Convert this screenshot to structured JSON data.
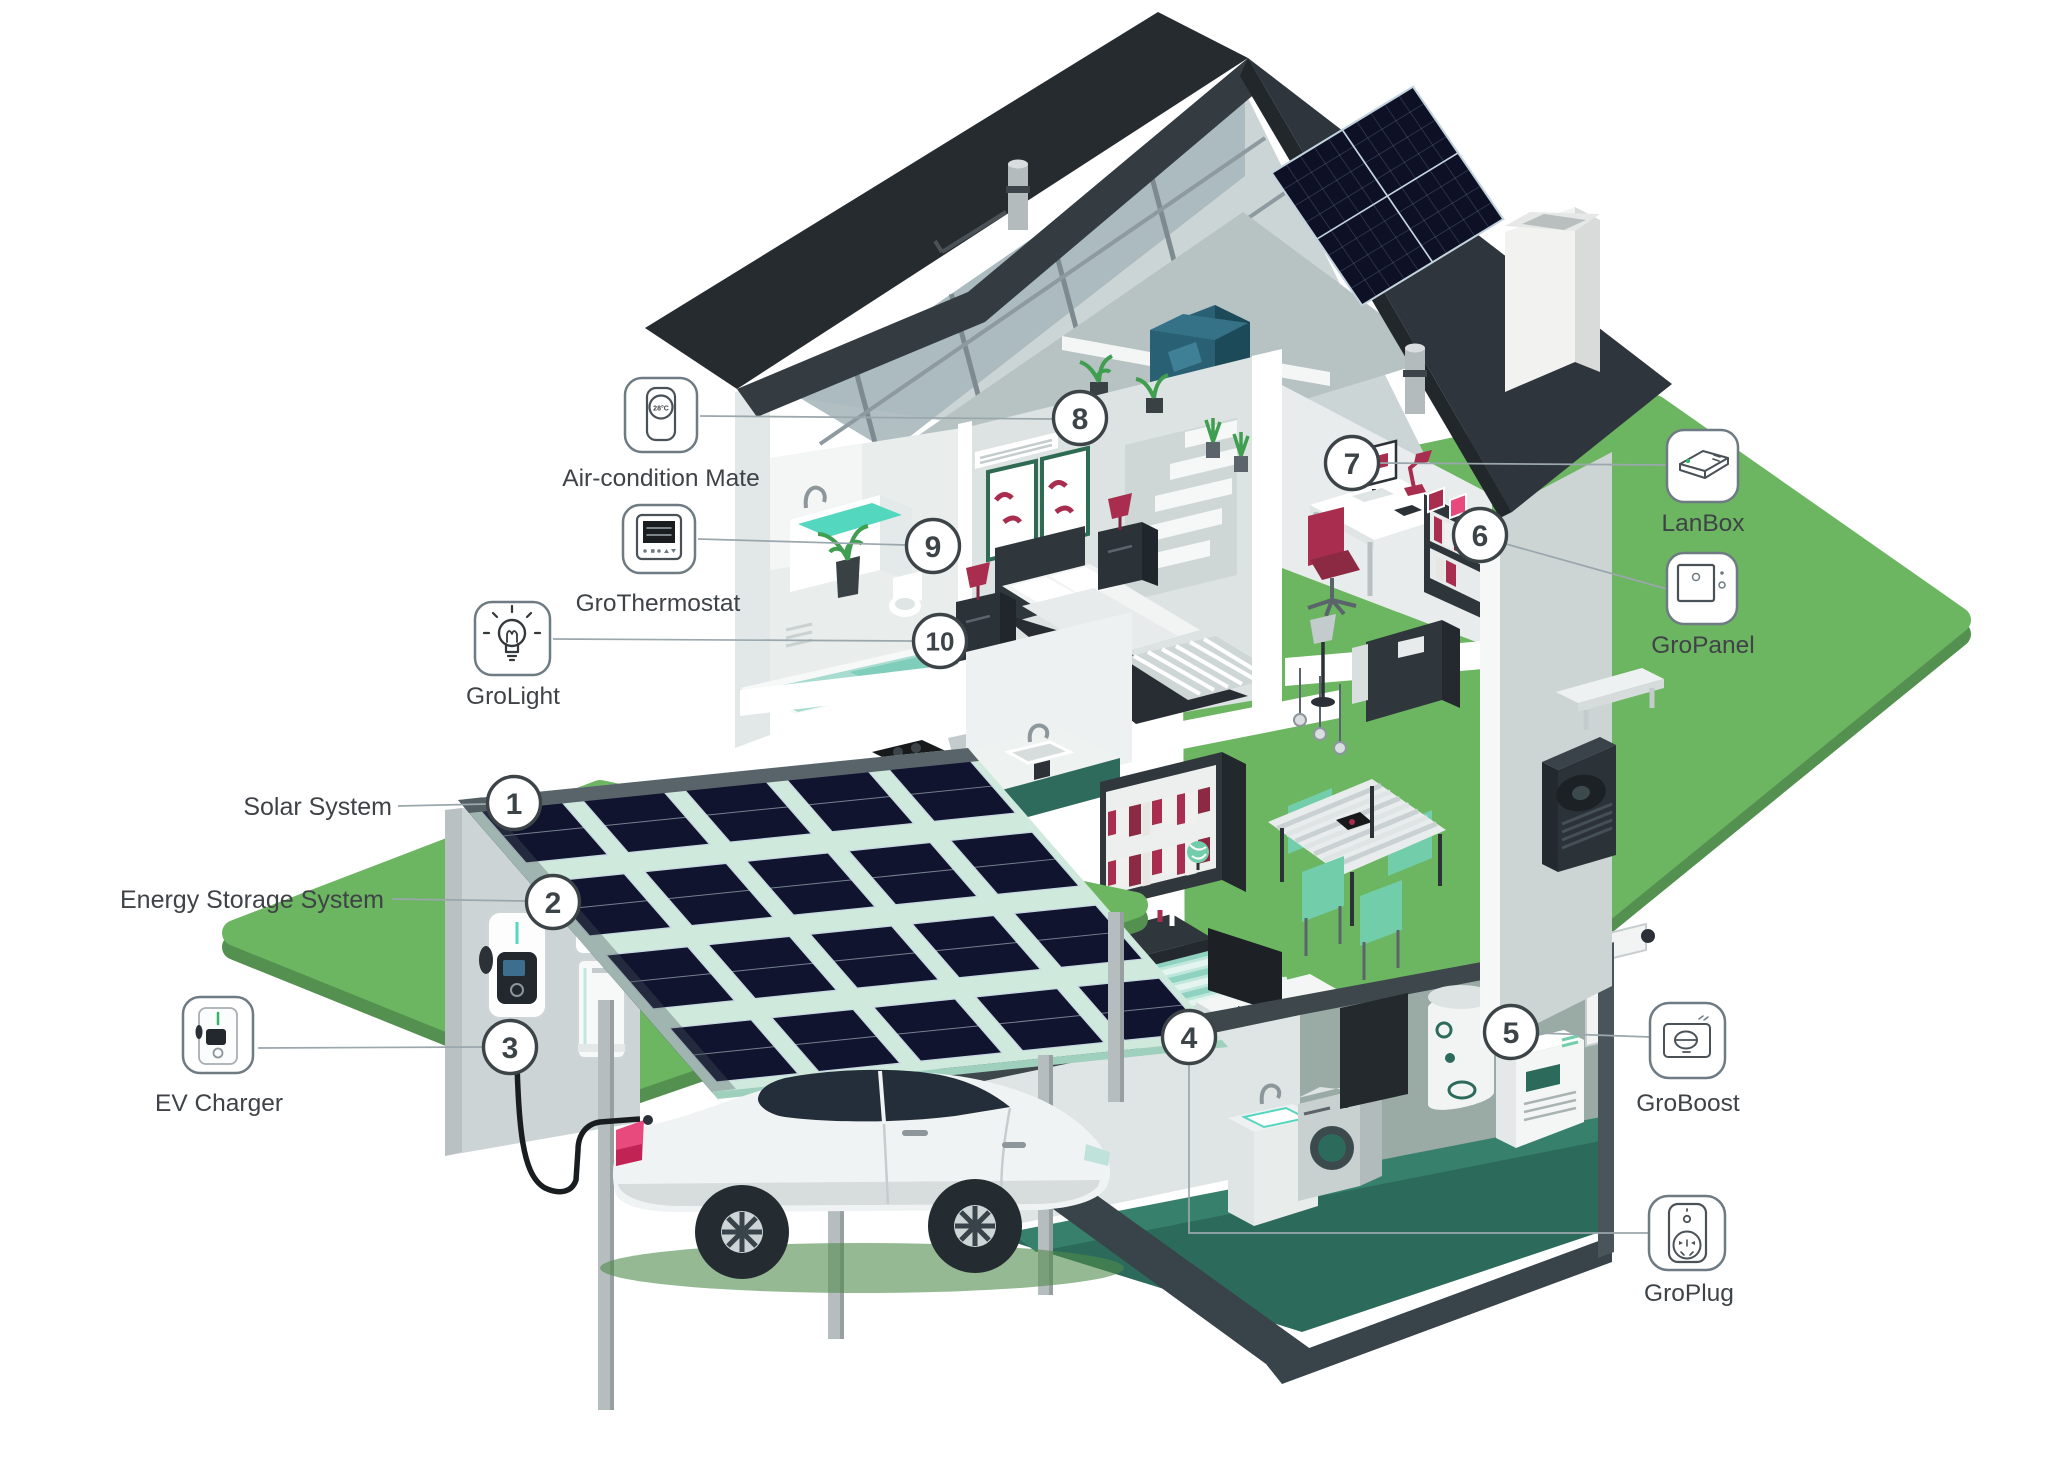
{
  "devices": [
    {
      "number": "1",
      "label": "Solar System"
    },
    {
      "number": "2",
      "label": "Energy Storage System"
    },
    {
      "number": "3",
      "label": "EV Charger"
    },
    {
      "number": "4",
      "label": "GroPlug"
    },
    {
      "number": "5",
      "label": "GroBoost"
    },
    {
      "number": "6",
      "label": "GroPanel"
    },
    {
      "number": "7",
      "label": "LanBox"
    },
    {
      "number": "8",
      "label": "Air-condition Mate"
    },
    {
      "number": "9",
      "label": "GroThermostat"
    },
    {
      "number": "10",
      "label": "GroLight"
    }
  ],
  "icons": {
    "ac_mate_display": "28°C"
  },
  "colors": {
    "lawn": "#6cb561",
    "lawn_edge": "#549150",
    "roof_dark": "#262b30",
    "roof_mid": "#2e353c",
    "solar_panel": "#10142e",
    "carport_roof": "#cfeadd",
    "accent_red": "#a92d4e",
    "accent_mint": "#72ceaa",
    "basement_floor": "#2c6a5b",
    "connector_line": "#9aa7ac",
    "text": "#3f4347"
  }
}
